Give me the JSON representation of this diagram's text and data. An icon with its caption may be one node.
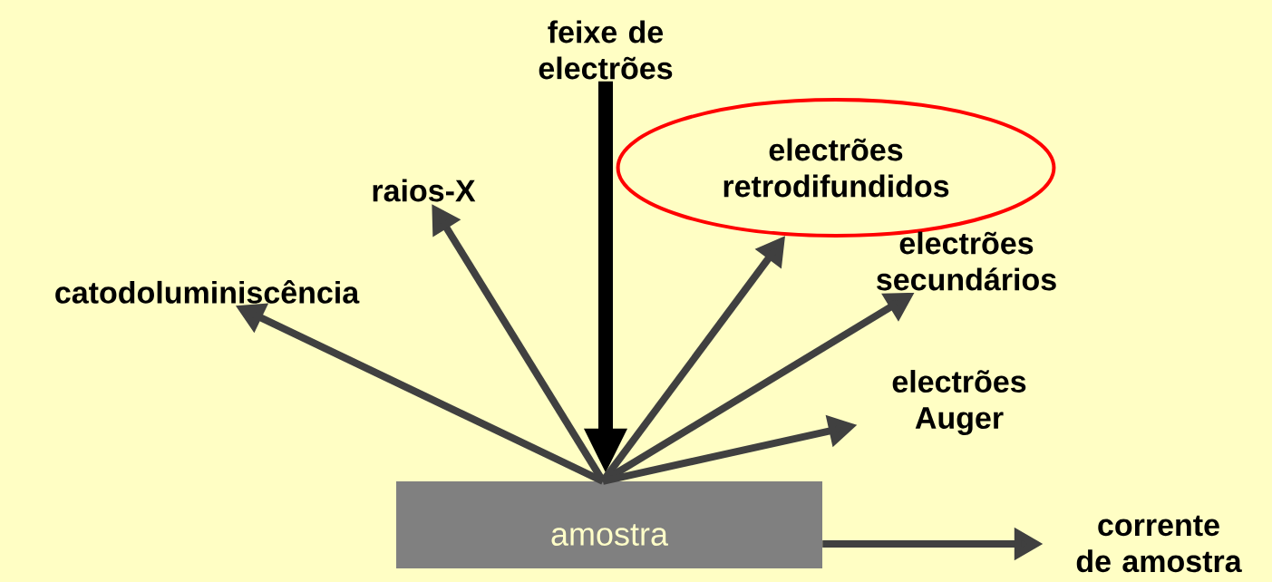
{
  "diagram": {
    "nodes": [
      {
        "text": [
          "feixe de electrões"
        ]
      },
      {
        "text": [
          "electrões retrodifundidos"
        ]
      },
      {
        "text": [
          "raios-X"
        ]
      },
      {
        "text": [
          "catodoluminiscência"
        ]
      },
      {
        "text": [
          "electrões secundários"
        ]
      },
      {
        "text": [
          "electrões Auger"
        ]
      },
      {
        "text": [
          "amostra"
        ]
      },
      {
        "text": [
          "corrente de amostra"
        ]
      }
    ],
    "edges": [
      {
        "from": 0,
        "to": 6,
        "arrow": "to",
        "style": "thick",
        "color": "#000000"
      },
      {
        "from": 6,
        "to": 3,
        "arrow": "to"
      },
      {
        "from": 6,
        "to": 2,
        "arrow": "to"
      },
      {
        "from": 6,
        "to": 1,
        "arrow": "to"
      },
      {
        "from": 6,
        "to": 4,
        "arrow": "to"
      },
      {
        "from": 6,
        "to": 5,
        "arrow": "to"
      },
      {
        "from": 6,
        "to": 7,
        "arrow": "to"
      }
    ]
  }
}
